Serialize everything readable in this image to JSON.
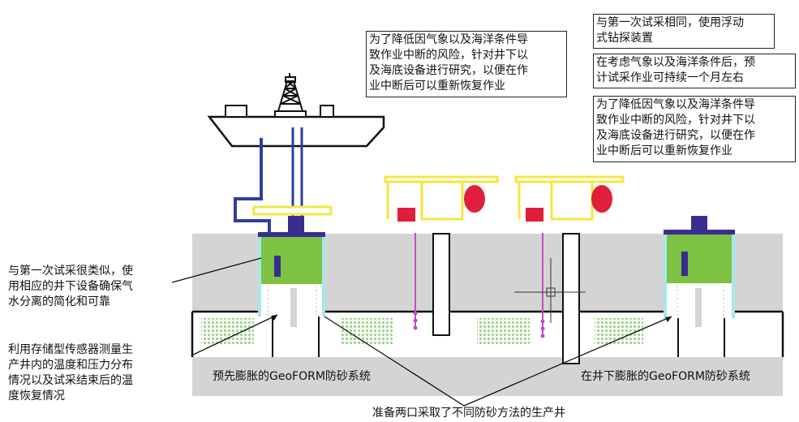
{
  "notes": {
    "top_center": "为了降低因气象以及海洋条件导\n致作业中断的风险，针对井下以\n及海底设备进行研究，以便在作\n业中断后可以重新恢复作业",
    "right_1": "与第一次试采相同，使用浮动\n式钻探装置",
    "right_2": "在考虑气象以及海洋条件后，预\n计试采作业可持续一个月左右",
    "right_3": "为了降低因气象以及海洋条件导\n致作业中断的风险，针对井下以\n及海底设备进行研究，以便在作\n业中断后可以重新恢复作业"
  },
  "left_labels": {
    "first": "与第一次试采很类似，使\n用相应的井下设备确保气\n水分离的简化和可靠",
    "second": "利用存储型传感器测量生\n产井内的温度和压力分布\n情况以及试采结束后的温\n度恢复情况"
  },
  "band_labels": {
    "left": "预先膨胀的GeoFORM防砂系统",
    "right": "在井下膨胀的GeoFORM防砂系统"
  },
  "bottom_label": "准备两口采取了不同防砂方法的生产井",
  "colors": {
    "seabed": "#d4d4d4",
    "green": "#7dc242",
    "blue": "#2c3e9c",
    "navy": "#3a2d8f",
    "yellow": "#f5e642",
    "red": "#e0203a",
    "magenta": "#c050c0",
    "cyan": "#a8e6ec",
    "sand": "#b6e09a"
  }
}
